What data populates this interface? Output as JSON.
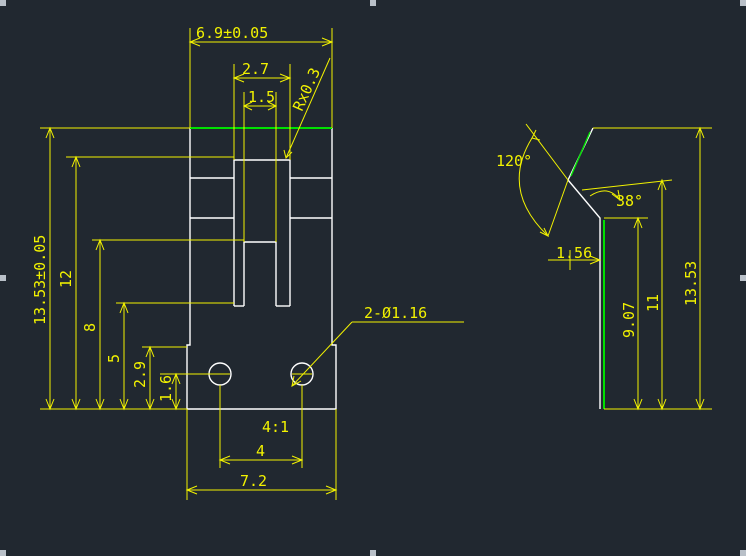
{
  "colors": {
    "background": "#212830",
    "part_outline": "#ffffff",
    "dimension": "#f2f200",
    "highlight": "#00e000"
  },
  "front_view": {
    "width_top": "6.9±0.05",
    "slot_width": "2.7",
    "slot_inner_width": "1.5",
    "corner_radius": "Rx0.3",
    "overall_height": "13.53±0.05",
    "height_12": "12",
    "height_8": "8",
    "height_5": "5",
    "height_2_9": "2.9",
    "height_1_6": "1.6",
    "hole_callout": "2-Ø1.16",
    "hole_pitch": "4",
    "scale": "4:1",
    "base_width": "7.2"
  },
  "side_view": {
    "bend_angle": "120°",
    "tab_angle": "38°",
    "thickness": "1.56",
    "height_9_07": "9.07",
    "height_11": "11",
    "overall_height": "13.53"
  }
}
